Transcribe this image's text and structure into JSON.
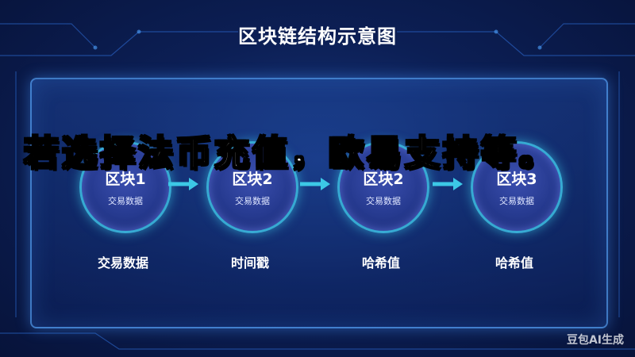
{
  "title": "区块链结构示意图",
  "blocks": [
    {
      "name": "区块1",
      "sub": "交易数据",
      "caption": "交易数据"
    },
    {
      "name": "区块2",
      "sub": "交易数据",
      "caption": "时间戳"
    },
    {
      "name": "区块2",
      "sub": "交易数据",
      "caption": "哈希值"
    },
    {
      "name": "区块3",
      "sub": "交易数据",
      "caption": "哈希值"
    }
  ],
  "overlay_text": "若选择法币充值，欧易支持等。",
  "watermark": "豆包AI生成",
  "colors": {
    "accent": "#3cc8e6",
    "panel_border": "#5aaaff",
    "background": "#0c1f55"
  }
}
